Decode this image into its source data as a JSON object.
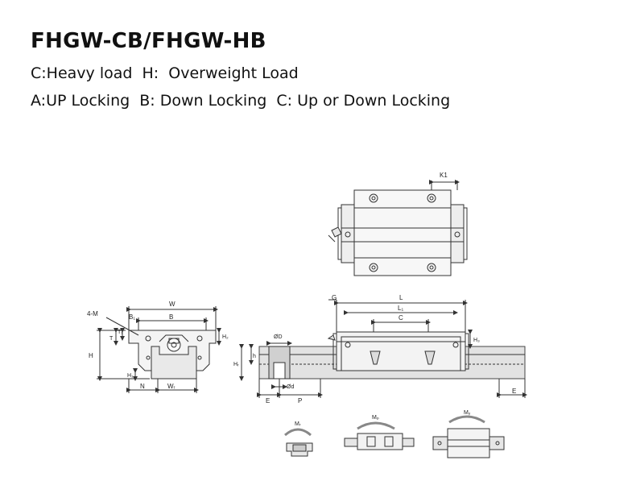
{
  "header": {
    "title": "FHGW-CB/FHGW-HB",
    "load_line": "C:Heavy load  H:  Overweight Load",
    "locking_line": "A:UP Locking  B: Down Locking  C: Up or Down Locking"
  },
  "drawing": {
    "end_view_labels": {
      "w": "W",
      "b": "B",
      "b1": "B₁",
      "m": "4-M",
      "t": "T",
      "t1": "T₁",
      "h2": "H₂",
      "h": "H",
      "h1": "H₁",
      "n": "N",
      "wr": "Wᵣ"
    },
    "top_view_labels": {
      "k1": "K1"
    },
    "side_view_labels": {
      "g": "G",
      "l": "L",
      "l1": "L₁",
      "c": "C",
      "h3": "H₃",
      "od": "ØD",
      "h": "h",
      "hr": "Hᵣ",
      "od_small": "Ød",
      "e": "E",
      "p": "P",
      "e2": "E"
    },
    "moment_labels": {
      "mr": "Mᵣ",
      "mp": "Mₚ",
      "my": "Mᵧ"
    }
  }
}
